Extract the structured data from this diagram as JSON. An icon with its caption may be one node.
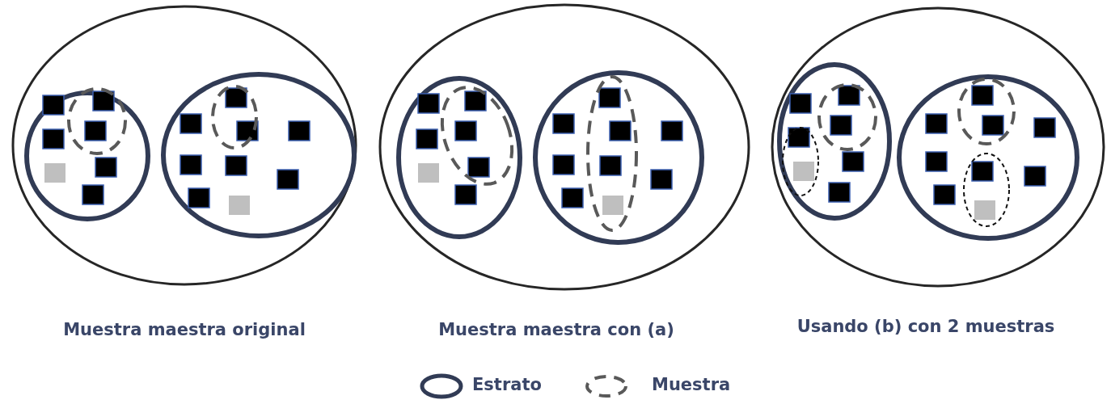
{
  "diagram": {
    "labels": [
      "Muestra maestra original",
      "Muestra maestra con (a)",
      "Usando (b) con 2 muestras"
    ],
    "legend": [
      {
        "text": "Estrato"
      },
      {
        "text": "Muestra"
      }
    ]
  }
}
